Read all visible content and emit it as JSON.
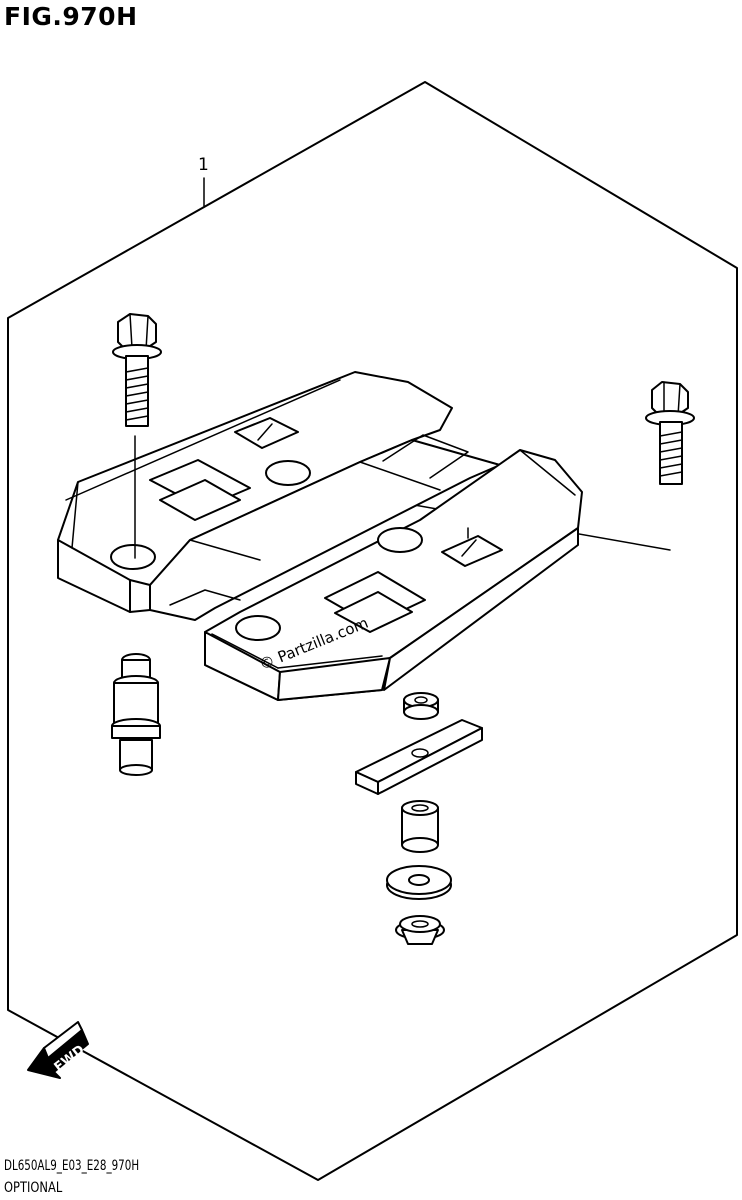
{
  "figure": {
    "title": "FIG.970H",
    "callout_number": "1",
    "watermark": "© Partzilla.com",
    "direction_marker": "FWD"
  },
  "footer": {
    "code": "DL650AL9_E03_E28_970H",
    "label": "OPTIONAL"
  }
}
